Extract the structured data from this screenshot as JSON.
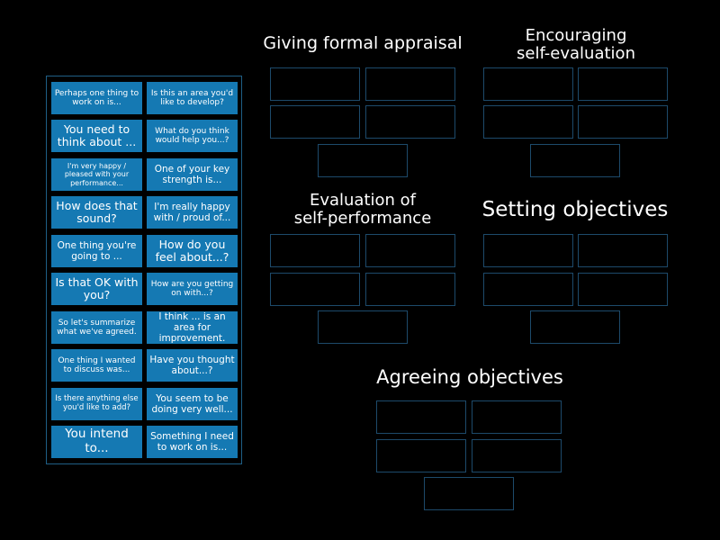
{
  "bank": {
    "cards": [
      "Perhaps one thing to work on is...",
      "Is this an area you'd like to develop?",
      "You need to think about ...",
      "What do you think would help you...?",
      "I'm very happy / pleased with your performance...",
      "One of your key strength is...",
      "How does that sound?",
      "I'm really happy with / proud of...",
      "One thing you're going to ...",
      "How do you feel about...?",
      "Is that OK with you?",
      "How are you getting on with...?",
      "So let's summarize what we've agreed.",
      "I think ... is an area for improvement.",
      "One thing I wanted to discuss was...",
      "Have you thought about...?",
      "Is there anything else you'd like to add?",
      "You seem to be doing very well...",
      "You intend to...",
      "Something I need to work on is..."
    ]
  },
  "groups": [
    {
      "title": "Giving formal appraisal"
    },
    {
      "title": "Encouraging\nself-evaluation"
    },
    {
      "title": "Evaluation of\nself-performance"
    },
    {
      "title": "Setting objectives"
    },
    {
      "title": "Agreeing objectives"
    }
  ]
}
